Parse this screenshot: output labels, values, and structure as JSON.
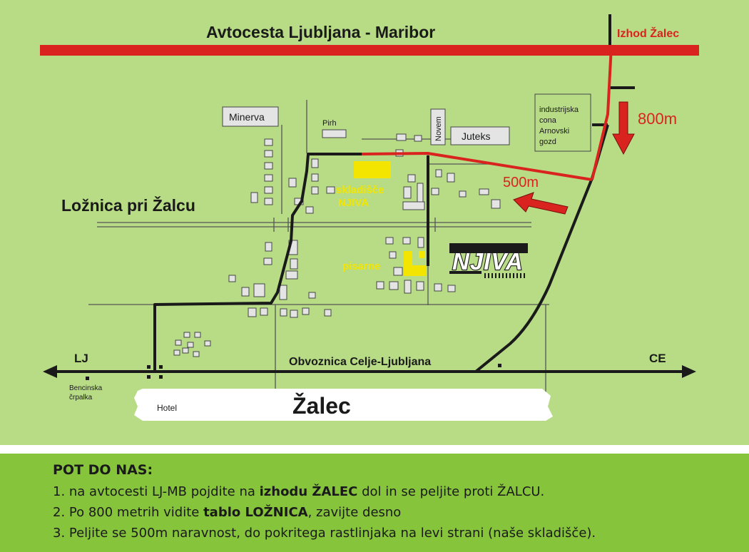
{
  "map": {
    "highway_title": "Avtocesta  Ljubljana - Maribor",
    "exit_label": "Izhod Žalec",
    "distance_800": "800m",
    "distance_500": "500m",
    "place_loznica": "Ložnica pri Žalcu",
    "place_zalec": "Žalec",
    "bypass_label": "Obvoznica Celje-Ljubljana",
    "dir_lj": "LJ",
    "dir_ce": "CE",
    "label_minerva": "Minerva",
    "label_pirh": "Pirh",
    "label_novem": "Novem",
    "label_juteks": "Juteks",
    "label_industrial": [
      "industrijska",
      "cona",
      "Arnovski",
      "gozd"
    ],
    "label_warehouse": [
      "skladišče",
      "NJIVA"
    ],
    "label_offices": "pisarne",
    "label_logo": "NJIVA",
    "label_gas_station": [
      "Bencinska",
      "črpalka"
    ],
    "label_hotel": "Hotel",
    "colors": {
      "background": "#b8dc86",
      "road_red": "#d9231f",
      "road_black": "#1a1a1a",
      "highlight_yellow": "#f3e500",
      "panel_green": "#86c43c",
      "building_fill": "#e4e4e4"
    }
  },
  "directions": {
    "heading": "POT DO NAS:",
    "line1": {
      "a": "1. na avtocesti LJ-MB pojdite na ",
      "b": "izhodu ŽALEC",
      "c": " dol in se peljite proti ŽALCU."
    },
    "line2": {
      "a": "2. Po 800 metrih vidite ",
      "b": "tablo LOŽNICA",
      "c": ", zavijte desno"
    },
    "line3": "3. Peljite se 500m naravnost, do pokritega rastlinjaka na levi strani (naše skladišče)."
  }
}
